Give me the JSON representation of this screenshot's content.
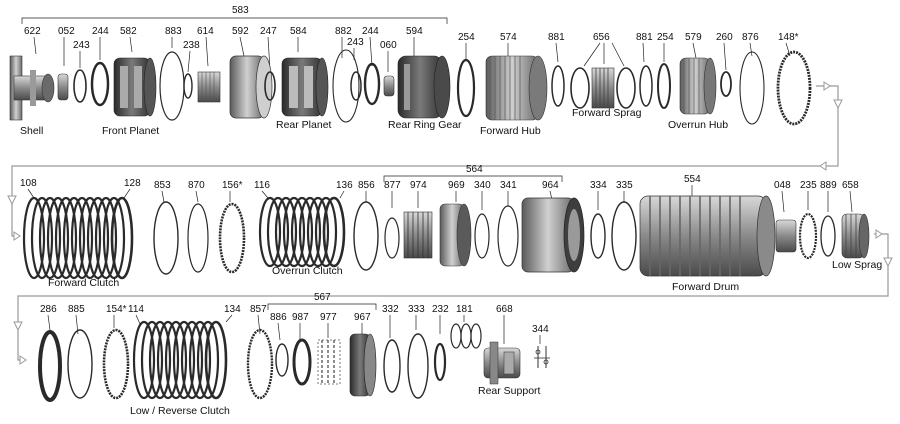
{
  "row1": {
    "bracket_label": "583",
    "parts": [
      "622",
      "052",
      "243",
      "244",
      "582",
      "883",
      "238",
      "614",
      "592",
      "247",
      "584",
      "882",
      "243",
      "244",
      "060",
      "594",
      "254",
      "574",
      "881",
      "656",
      "881",
      "254",
      "579",
      "260",
      "876",
      "148*"
    ],
    "captions": [
      "Shell",
      "Front Planet",
      "Rear Planet",
      "Rear Ring Gear",
      "Forward Hub",
      "Forward Sprag",
      "Overrun Hub"
    ]
  },
  "row2": {
    "bracket_label": "564",
    "parts": [
      "108",
      "128",
      "853",
      "870",
      "156*",
      "116",
      "136",
      "856",
      "877",
      "974",
      "969",
      "340",
      "341",
      "964",
      "334",
      "335",
      "554",
      "048",
      "235",
      "889",
      "658"
    ],
    "captions": [
      "Forward Clutch",
      "Overrun Clutch",
      "Forward Drum",
      "Low Sprag"
    ]
  },
  "row3": {
    "bracket_label": "567",
    "parts": [
      "286",
      "885",
      "154*",
      "114",
      "134",
      "857",
      "886",
      "987",
      "977",
      "967",
      "332",
      "333",
      "232",
      "181",
      "668",
      "344"
    ],
    "captions": [
      "Low / Reverse Clutch",
      "Rear Support"
    ]
  },
  "colors": {
    "metal_dark": "#3c3c3c",
    "metal_mid": "#8a8a8a",
    "metal_light": "#c8c8c8",
    "flow_arrow": "#9a9a9a"
  }
}
